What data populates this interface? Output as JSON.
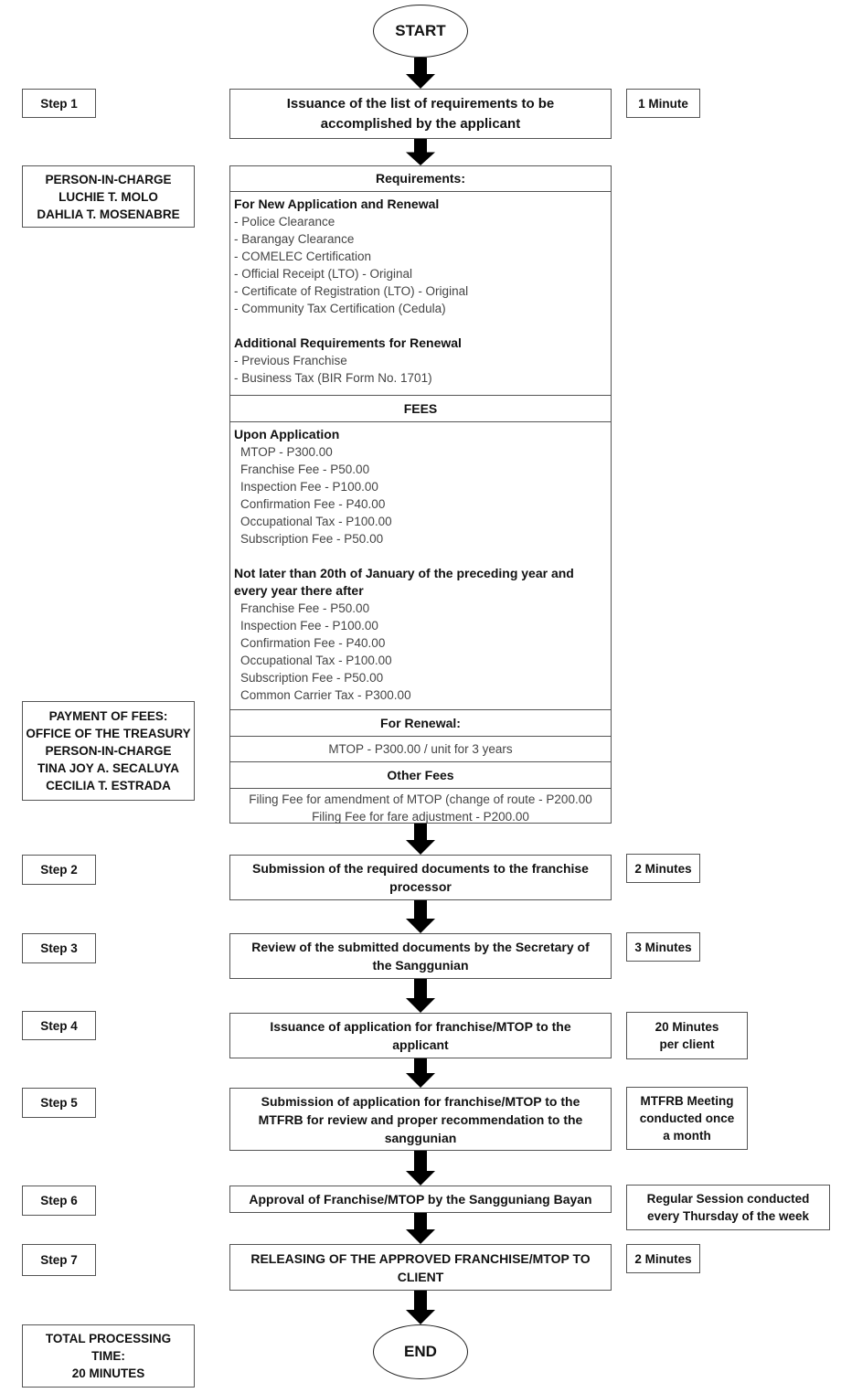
{
  "start_label": "START",
  "end_label": "END",
  "steps": [
    {
      "label": "Step 1",
      "text": [
        "Issuance of the list of requirements to be",
        "accomplished by the applicant"
      ],
      "time": [
        "1 Minute"
      ]
    },
    {
      "label": "Step 2",
      "text": [
        "Submission of the required documents to the franchise",
        "processor"
      ],
      "time": [
        "2 Minutes"
      ]
    },
    {
      "label": "Step 3",
      "text": [
        "Review of the submitted documents by the Secretary of",
        "the Sanggunian"
      ],
      "time": [
        "3 Minutes"
      ]
    },
    {
      "label": "Step 4",
      "text": [
        "Issuance of application for franchise/MTOP to the",
        "applicant"
      ],
      "time": [
        "20 Minutes",
        "per client"
      ]
    },
    {
      "label": "Step 5",
      "text": [
        "Submission of application for franchise/MTOP to the",
        "MTFRB for review and proper recommendation to the",
        "sanggunian"
      ],
      "time": [
        "MTFRB Meeting",
        "conducted once",
        "a month"
      ]
    },
    {
      "label": "Step 6",
      "text": [
        "Approval of Franchise/MTOP by the Sangguniang Bayan"
      ],
      "time": [
        "Regular Session conducted",
        "every Thursday of the week"
      ]
    },
    {
      "label": "Step 7",
      "text": [
        "RELEASING OF THE APPROVED FRANCHISE/MTOP TO",
        "CLIENT"
      ],
      "time": [
        "2 Minutes"
      ]
    }
  ],
  "person_in_charge": [
    "PERSON-IN-CHARGE",
    "LUCHIE T. MOLO",
    "DAHLIA T. MOSENABRE"
  ],
  "payment": [
    "PAYMENT OF FEES:",
    "OFFICE OF THE TREASURY",
    "PERSON-IN-CHARGE",
    "TINA JOY A. SECALUYA",
    "CECILIA T. ESTRADA"
  ],
  "total": [
    "TOTAL PROCESSING",
    "TIME:",
    "20 MINUTES"
  ],
  "requirements": {
    "header": "Requirements:",
    "new_heading": "For New Application and Renewal",
    "new_items": [
      "- Police Clearance",
      "- Barangay Clearance",
      "- COMELEC Certification",
      "- Official Receipt (LTO) - Original",
      "- Certificate of Registration (LTO) - Original",
      "- Community Tax Certification (Cedula)"
    ],
    "renewal_heading": "Additional Requirements for Renewal",
    "renewal_items": [
      "- Previous Franchise",
      "- Business Tax (BIR Form No. 1701)"
    ]
  },
  "fees": {
    "header": "FEES",
    "upon_heading": "Upon Application",
    "upon_items": [
      "MTOP - P300.00",
      "Franchise Fee - P50.00",
      "Inspection Fee - P100.00",
      "Confirmation Fee - P40.00",
      "Occupational Tax - P100.00",
      "Subscription Fee - P50.00"
    ],
    "annual_heading": [
      "Not later than 20th of January of the preceding year and",
      "every year there after"
    ],
    "annual_items": [
      "Franchise Fee - P50.00",
      "Inspection Fee - P100.00",
      "Confirmation Fee - P40.00",
      "Occupational Tax - P100.00",
      "Subscription Fee - P50.00",
      "Common Carrier Tax - P300.00"
    ]
  },
  "renewal": {
    "header": "For Renewal:",
    "item": "MTOP - P300.00 / unit for 3 years"
  },
  "other_fees": {
    "header": "Other Fees",
    "items": [
      "Filing Fee for amendment of MTOP (change of route - P200.00",
      "Filing Fee for fare adjustment - P200.00"
    ]
  }
}
